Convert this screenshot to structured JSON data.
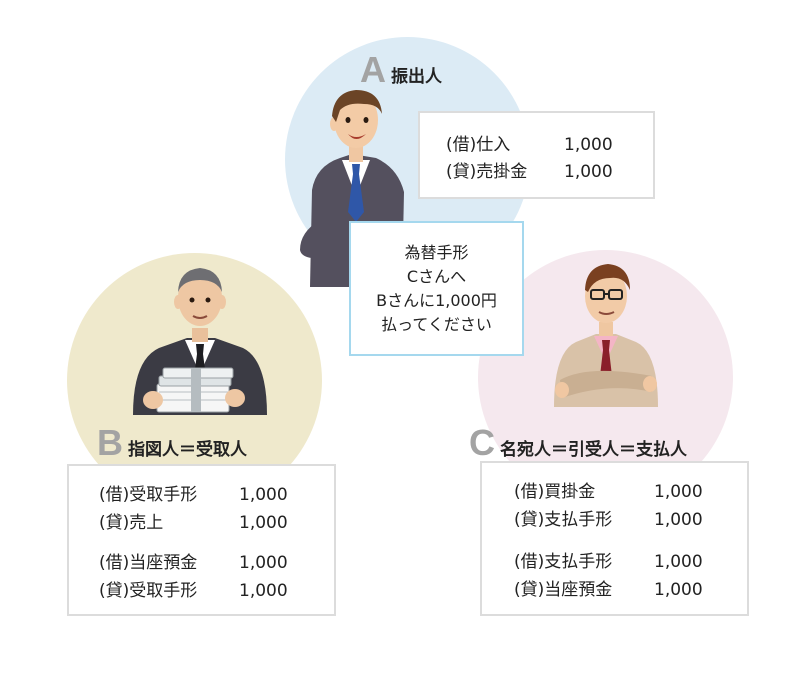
{
  "parties": [
    {
      "letter": "A",
      "role": "振出人",
      "entries": [
        [
          {
            "side": "(借)仕入",
            "amount": "1,000"
          },
          {
            "side": "(貸)売掛金",
            "amount": "1,000"
          }
        ]
      ]
    },
    {
      "letter": "B",
      "role": "指図人＝受取人",
      "entries": [
        [
          {
            "side": "(借)受取手形",
            "amount": "1,000"
          },
          {
            "side": "(貸)売上",
            "amount": "1,000"
          }
        ],
        [
          {
            "side": "(借)当座預金",
            "amount": "1,000"
          },
          {
            "side": "(貸)受取手形",
            "amount": "1,000"
          }
        ]
      ]
    },
    {
      "letter": "C",
      "role": "名宛人＝引受人＝支払人",
      "entries": [
        [
          {
            "side": "(借)買掛金",
            "amount": "1,000"
          },
          {
            "side": "(貸)支払手形",
            "amount": "1,000"
          }
        ],
        [
          {
            "side": "(借)支払手形",
            "amount": "1,000"
          },
          {
            "side": "(貸)当座預金",
            "amount": "1,000"
          }
        ]
      ]
    }
  ],
  "memo": {
    "lines": [
      "為替手形",
      "Cさんへ",
      "Bさんに1,000円",
      "払ってください"
    ]
  },
  "colors": {
    "circle_a": "#dcebf5",
    "circle_b": "#efe9cc",
    "circle_c": "#f5e8ee",
    "memo_border": "#a5d8ee",
    "box_border": "#dcdcdc",
    "letter": "#a3a3a3"
  }
}
